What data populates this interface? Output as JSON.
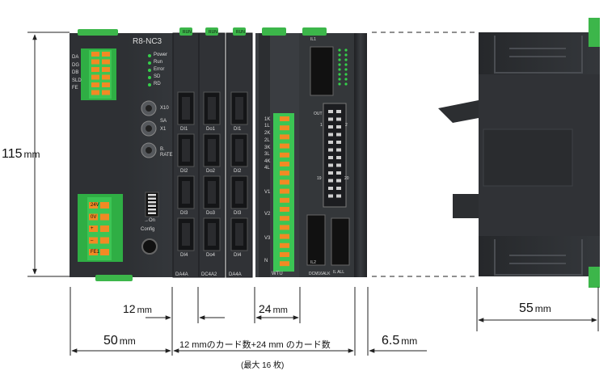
{
  "dimensions": {
    "height_total": {
      "value": "115",
      "unit": "mm"
    },
    "depth": {
      "value": "55",
      "unit": "mm"
    },
    "base_width": {
      "value": "50",
      "unit": "mm"
    },
    "io_card_narrow": {
      "value": "12",
      "unit": "mm"
    },
    "io_card_wide": {
      "value": "24",
      "unit": "mm"
    },
    "end_cap": {
      "value": "6.5",
      "unit": "mm"
    },
    "card_formula": "12 mmのカード数+24 mm のカード数",
    "card_max_note": "(最大 16 枚)"
  },
  "module_labels": {
    "model": "R8-NC3",
    "leds": [
      "Power",
      "Run",
      "Error",
      "SD",
      "RD"
    ],
    "terminals_top": [
      "DA",
      "DG",
      "DB",
      "SLD",
      "FE"
    ],
    "terminals_power": [
      "24V",
      "0V",
      "+",
      "–",
      "FE1"
    ],
    "switches": [
      "X10",
      "SA",
      "X1",
      "B.",
      "RATE"
    ],
    "config_labels": [
      "→On",
      "Config"
    ],
    "card_slot_labels": {
      "card1": [
        "DI1",
        "DI2",
        "DI3",
        "DI4",
        "DA4A"
      ],
      "card2": [
        "Do1",
        "Do2",
        "Do3",
        "Do4",
        "DC4A2"
      ],
      "card3": [
        "DI1",
        "DI2",
        "DI3",
        "DI4",
        "DA4A"
      ]
    },
    "run_label": "RUN",
    "wide_card_terms": [
      "1K",
      "1L",
      "2K",
      "2L",
      "3K",
      "3L",
      "4K",
      "4L",
      "V1",
      "V2",
      "V3",
      "N"
    ],
    "wide_card_name": "WTU",
    "dcm_labels": [
      "IL1",
      "OUT",
      "1",
      "2",
      "19",
      "20",
      "IL2",
      "DCM16ALK",
      "IL ALL"
    ]
  },
  "colors": {
    "module_dark": "#2b2d30",
    "terminal_orange": "#f28a24",
    "terminal_green": "#3cb64a",
    "led_green": "#35d04a"
  }
}
